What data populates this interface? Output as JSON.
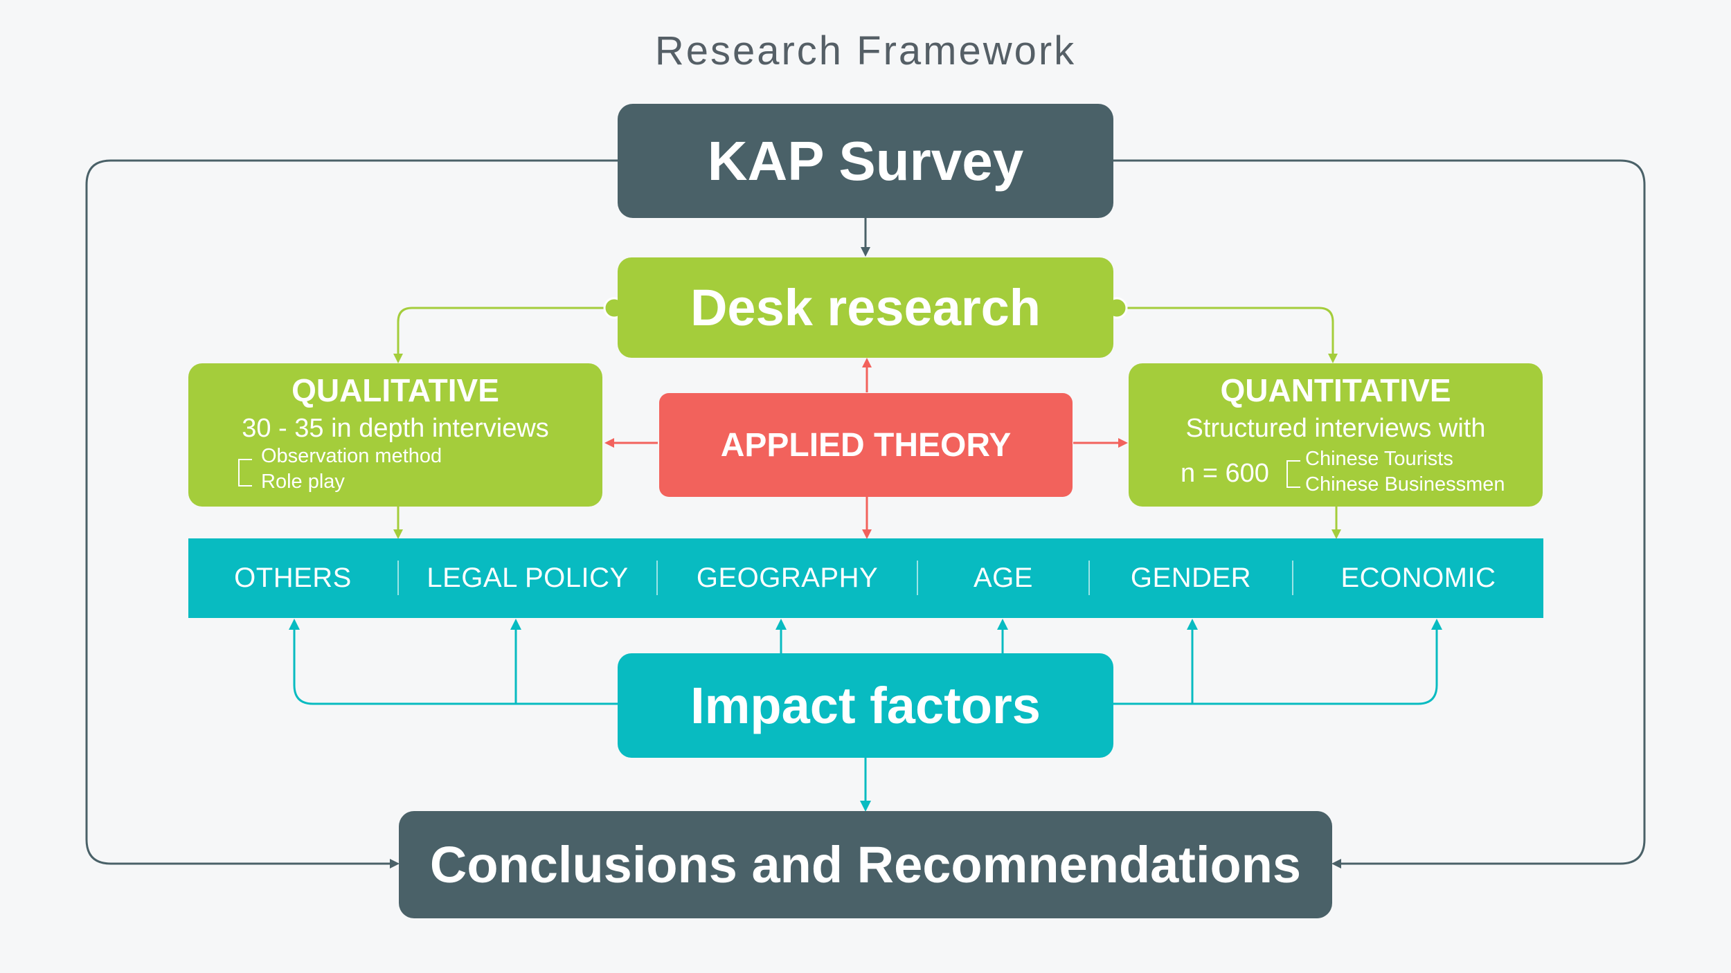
{
  "title": "Research Framework",
  "nodes": {
    "kap_survey": "KAP Survey",
    "desk_research": "Desk research",
    "applied_theory": "APPLIED THEORY",
    "impact_factors": "Impact factors",
    "conclusions": "Conclusions and Recomnendations"
  },
  "qualitative": {
    "heading": "QUALITATIVE",
    "line": "30 - 35 in depth interviews",
    "methods": [
      "Observation method",
      "Role play"
    ]
  },
  "quantitative": {
    "heading": "QUANTITATIVE",
    "line": "Structured interviews with",
    "sample": "n = 600",
    "groups": [
      "Chinese Tourists",
      "Chinese Businessmen"
    ]
  },
  "factors": [
    "OTHERS",
    "LEGAL POLICY",
    "GEOGRAPHY",
    "AGE",
    "GENDER",
    "ECONOMIC"
  ],
  "colors": {
    "dark": "#4a6168",
    "green": "#a4cd3b",
    "red": "#f2625c",
    "teal": "#08bbc1",
    "background": "#f6f7f8"
  }
}
